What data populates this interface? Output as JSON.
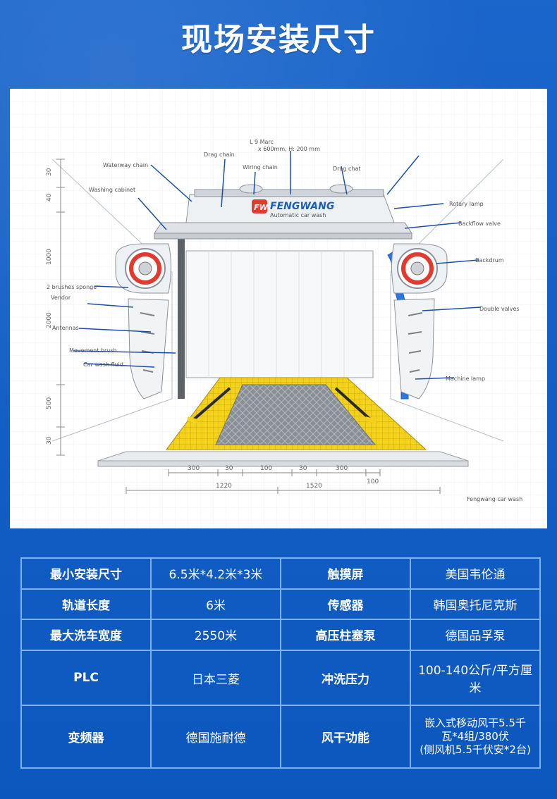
{
  "title": "现场安装尺寸",
  "diagram": {
    "brand": {
      "name": "FENGWANG",
      "logo_text": "FW",
      "subtitle": "Automatic car wash"
    },
    "top_labels": {
      "lb_marc": "L 9 Marc",
      "lb_dims": "x 600mm, H: 200 mm",
      "drag_chain": "Drag chain",
      "wiring_chain": "Wiring chain",
      "drag_chat": "Drag chat"
    },
    "left_labels": [
      "Waterway chain",
      "Washing cabinet",
      "2 brushes sponge",
      "Vendor",
      "Antennas",
      "Movement brush",
      "Car wash fluid"
    ],
    "right_labels": [
      "Rotary lamp",
      "Backflow valve",
      "Backdrum",
      "Double valves",
      "Machine lamp"
    ],
    "vertical_dims": [
      "30",
      "40",
      "1000",
      "2000",
      "500",
      "30"
    ],
    "bottom_dims_top": [
      "300",
      "30",
      "100",
      "30",
      "300",
      "100"
    ],
    "bottom_dims_bottom": [
      "1220",
      "1520"
    ],
    "watermark": "Fengwang car wash"
  },
  "specs": [
    [
      "最小安装尺寸",
      "6.5米*4.2米*3米",
      "触摸屏",
      "美国韦伦通"
    ],
    [
      "轨道长度",
      "6米",
      "传感器",
      "韩国奥托尼克斯"
    ],
    [
      "最大洗车宽度",
      "2550米",
      "高压柱塞泵",
      "德国品孚泵"
    ],
    [
      "PLC",
      "日本三菱",
      "冲洗压力",
      "100-140公斤/平方厘米"
    ],
    [
      "变频器",
      "德国施耐德",
      "风干功能",
      "嵌入式移动风干5.5千\n瓦*4组/380伏\n(侧风机5.5千伏安*2台)"
    ]
  ],
  "colors": {
    "background": "#0c5cc8",
    "table_border": "#7fb2f0",
    "accent_yellow": "#f3d21a",
    "accent_blue": "#2b78e4",
    "accent_red": "#e23a2f"
  }
}
